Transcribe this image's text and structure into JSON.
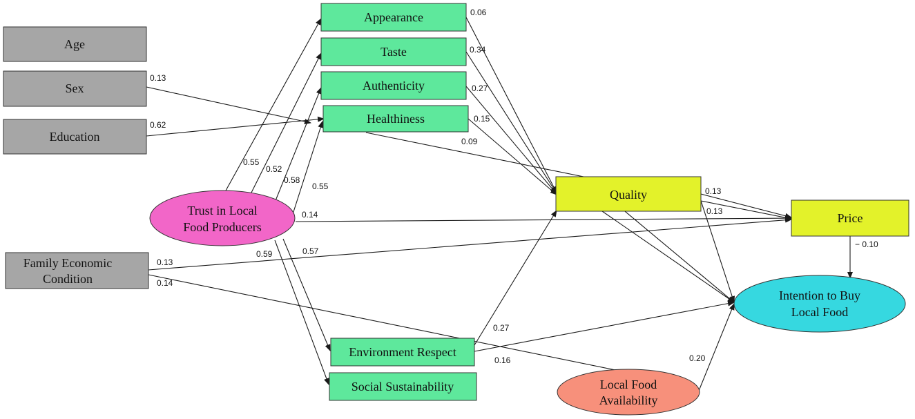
{
  "colors": {
    "control": "#a6a6a6",
    "food_attribute": "#5ee89c",
    "quality_price": "#e3f22a",
    "trust": "#f266c8",
    "intention": "#36d8e0",
    "availability": "#f7907b"
  },
  "nodes": {
    "age": {
      "label": "Age"
    },
    "sex": {
      "label": "Sex"
    },
    "education": {
      "label": "Education"
    },
    "family_economic": {
      "line1": "Family Economic",
      "line2": "Condition"
    },
    "trust": {
      "line1": "Trust in Local",
      "line2": "Food Producers"
    },
    "appearance": {
      "label": "Appearance"
    },
    "taste": {
      "label": "Taste"
    },
    "authenticity": {
      "label": "Authenticity"
    },
    "healthiness": {
      "label": "Healthiness"
    },
    "environment_respect": {
      "label": "Environment Respect"
    },
    "social_sustainability": {
      "label": "Social Sustainability"
    },
    "quality": {
      "label": "Quality"
    },
    "price": {
      "label": "Price"
    },
    "intention": {
      "line1": "Intention to Buy",
      "line2": "Local Food"
    },
    "availability": {
      "line1": "Local Food",
      "line2": "Availability"
    }
  },
  "coefficients": {
    "appearance_quality": "0.06",
    "taste_quality": "0.34",
    "authenticity_quality": "0.27",
    "healthiness_quality": "0.15",
    "healthiness_intention": "0.09",
    "sex_healthiness": "0.13",
    "education_healthiness": "0.62",
    "trust_appearance": "0.55",
    "trust_taste": "0.52",
    "trust_authenticity": "0.58",
    "trust_healthiness": "0.55",
    "trust_price": "0.14",
    "trust_social": "0.59",
    "trust_environment": "0.57",
    "family_price": "0.13",
    "family_availability": "0.14",
    "quality_price_a": "0.13",
    "quality_price_b": "0.13",
    "price_intention": "− 0.10",
    "environment_quality": "0.27",
    "environment_intention": "0.16",
    "availability_intention": "0.20"
  }
}
